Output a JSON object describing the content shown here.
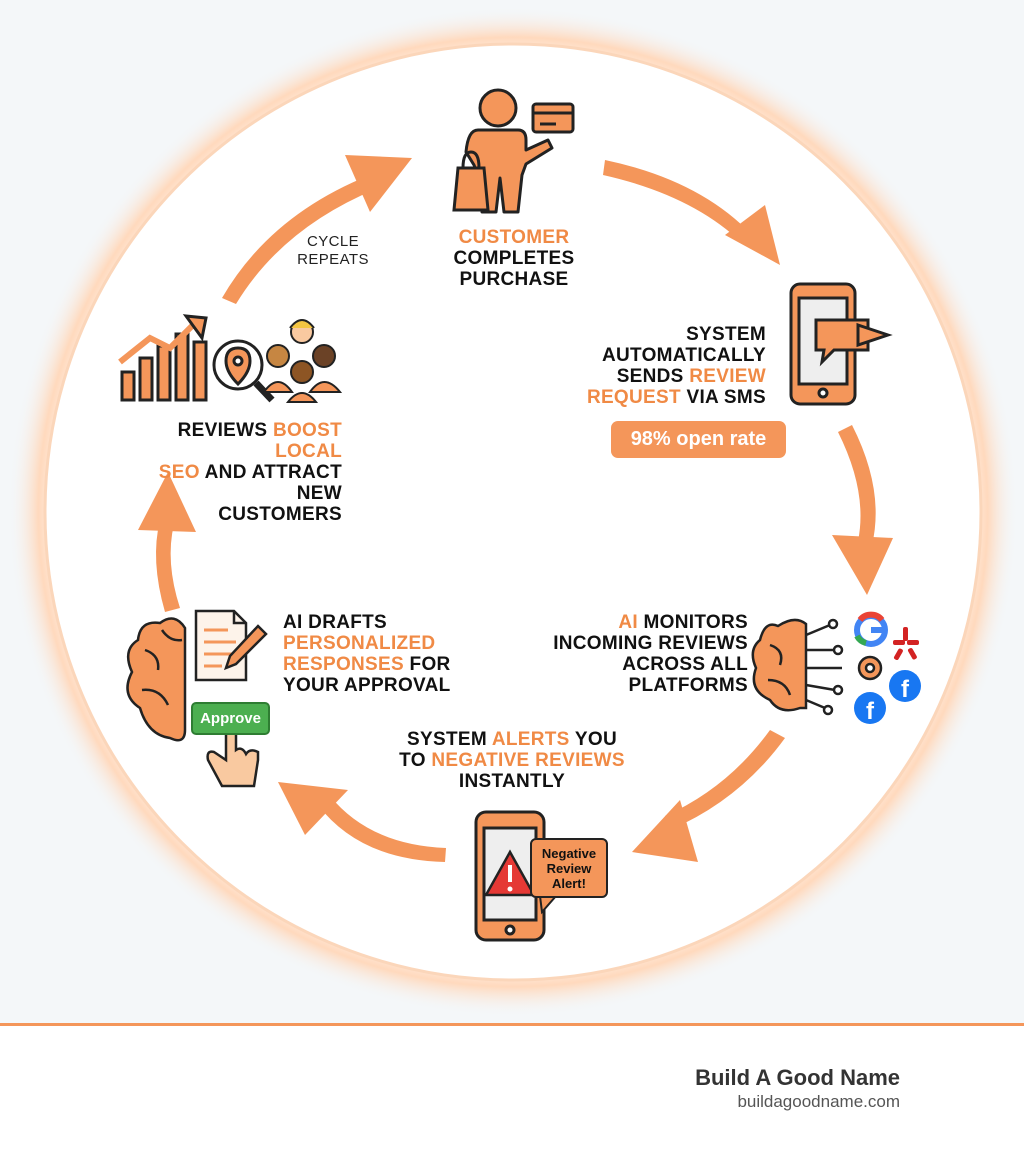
{
  "steps": [
    {
      "id": "purchase",
      "lines": [
        [
          {
            "t": "CUSTOMER",
            "h": true
          }
        ],
        [
          {
            "t": "COMPLETES",
            "h": false
          }
        ],
        [
          {
            "t": "PURCHASE",
            "h": false
          }
        ]
      ]
    },
    {
      "id": "sms",
      "lines": [
        [
          {
            "t": "SYSTEM",
            "h": false
          }
        ],
        [
          {
            "t": "AUTOMATICALLY",
            "h": false
          }
        ],
        [
          {
            "t": "SENDS ",
            "h": false
          },
          {
            "t": "REVIEW",
            "h": true
          }
        ],
        [
          {
            "t": "REQUEST",
            "h": true
          },
          {
            "t": " VIA SMS",
            "h": false
          }
        ]
      ]
    },
    {
      "id": "monitor",
      "lines": [
        [
          {
            "t": "AI",
            "h": true
          },
          {
            "t": " MONITORS",
            "h": false
          }
        ],
        [
          {
            "t": "INCOMING REVIEWS",
            "h": false
          }
        ],
        [
          {
            "t": "ACROSS ALL",
            "h": false
          }
        ],
        [
          {
            "t": "PLATFORMS",
            "h": false
          }
        ]
      ]
    },
    {
      "id": "alert",
      "lines": [
        [
          {
            "t": "SYSTEM ",
            "h": false
          },
          {
            "t": "ALERTS",
            "h": true
          },
          {
            "t": " YOU",
            "h": false
          }
        ],
        [
          {
            "t": "TO ",
            "h": false
          },
          {
            "t": "NEGATIVE REVIEWS",
            "h": true
          }
        ],
        [
          {
            "t": "INSTANTLY",
            "h": false
          }
        ]
      ]
    },
    {
      "id": "drafts",
      "lines": [
        [
          {
            "t": "AI DRAFTS",
            "h": false
          }
        ],
        [
          {
            "t": "PERSONALIZED",
            "h": true
          }
        ],
        [
          {
            "t": "RESPONSES",
            "h": true
          },
          {
            "t": " FOR",
            "h": false
          }
        ],
        [
          {
            "t": "YOUR APPROVAL",
            "h": false
          }
        ]
      ]
    },
    {
      "id": "seo",
      "lines": [
        [
          {
            "t": "REVIEWS ",
            "h": false
          },
          {
            "t": "BOOST LOCAL",
            "h": true
          }
        ],
        [
          {
            "t": "SEO",
            "h": true
          },
          {
            "t": " AND ATTRACT NEW",
            "h": false
          }
        ],
        [
          {
            "t": "CUSTOMERS",
            "h": false
          }
        ]
      ]
    }
  ],
  "cycle_note": [
    "CYCLE",
    "REPEATS"
  ],
  "open_rate_badge": "98% open rate",
  "approve_button": "Approve",
  "alert_bubble": [
    "Negative",
    "Review",
    "Alert!"
  ],
  "brand": {
    "name": "Build A Good Name",
    "url": "buildagoodname.com"
  },
  "colors": {
    "accent": "#f08a45",
    "accent_light": "#f4965a",
    "approve": "#4caf50",
    "alert": "#e53935",
    "facebook": "#1877f2",
    "yelp": "#d32323"
  },
  "icons": [
    "shopper-icon",
    "credit-card-icon",
    "shopping-bag-icon",
    "phone-sms-icon",
    "brain-network-icon",
    "google-icon",
    "yelp-icon",
    "facebook-icon",
    "phone-alert-icon",
    "warning-icon",
    "brain-icon",
    "document-pen-icon",
    "pointing-hand-icon",
    "growth-chart-icon",
    "location-magnifier-icon",
    "people-group-icon",
    "brand-logo-icon"
  ]
}
